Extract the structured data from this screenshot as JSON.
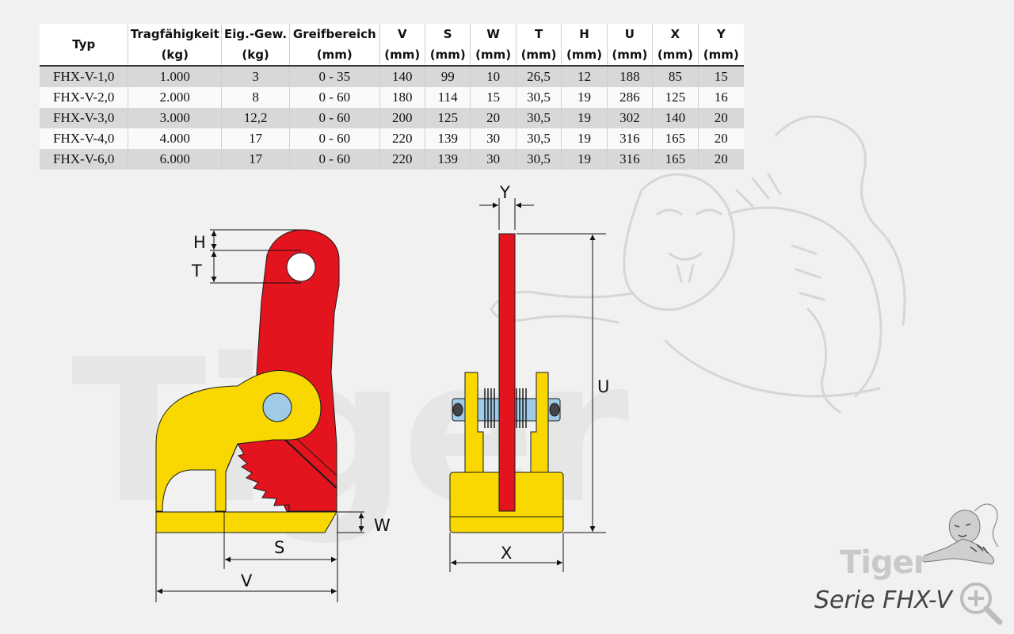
{
  "table": {
    "headers": [
      {
        "top": "Typ",
        "bottom": ""
      },
      {
        "top": "Tragfähigkeit",
        "bottom": "(kg)"
      },
      {
        "top": "Eig.-Gew.",
        "bottom": "(kg)"
      },
      {
        "top": "Greifbereich",
        "bottom": "(mm)"
      },
      {
        "top": "V",
        "bottom": "(mm)"
      },
      {
        "top": "S",
        "bottom": "(mm)"
      },
      {
        "top": "W",
        "bottom": "(mm)"
      },
      {
        "top": "T",
        "bottom": "(mm)"
      },
      {
        "top": "H",
        "bottom": "(mm)"
      },
      {
        "top": "U",
        "bottom": "(mm)"
      },
      {
        "top": "X",
        "bottom": "(mm)"
      },
      {
        "top": "Y",
        "bottom": "(mm)"
      }
    ],
    "rows": [
      [
        "FHX-V-1,0",
        "1.000",
        "3",
        "0 - 35",
        "140",
        "99",
        "10",
        "26,5",
        "12",
        "188",
        "85",
        "15"
      ],
      [
        "FHX-V-2,0",
        "2.000",
        "8",
        "0 - 60",
        "180",
        "114",
        "15",
        "30,5",
        "19",
        "286",
        "125",
        "16"
      ],
      [
        "FHX-V-3,0",
        "3.000",
        "12,2",
        "0 - 60",
        "200",
        "125",
        "20",
        "30,5",
        "19",
        "302",
        "140",
        "20"
      ],
      [
        "FHX-V-4,0",
        "4.000",
        "17",
        "0 - 60",
        "220",
        "139",
        "30",
        "30,5",
        "19",
        "316",
        "165",
        "20"
      ],
      [
        "FHX-V-6,0",
        "6.000",
        "17",
        "0 - 60",
        "220",
        "139",
        "30",
        "30,5",
        "19",
        "316",
        "165",
        "20"
      ]
    ]
  },
  "drawing": {
    "labels": {
      "h": "H",
      "t": "T",
      "w": "W",
      "s": "S",
      "v": "V",
      "y": "Y",
      "u": "U",
      "x": "X"
    },
    "colors": {
      "red": "#e3141e",
      "yellow": "#f8d800",
      "blue": "#9fcbe6",
      "outline": "#1a1a1a"
    }
  },
  "watermark": {
    "text": "Tiger"
  },
  "branding": {
    "logo_word": "Tiger",
    "series": "Serie FHX-V"
  },
  "icons": {
    "zoom": "zoom-plus-icon",
    "mascot": "tiger-icon"
  }
}
